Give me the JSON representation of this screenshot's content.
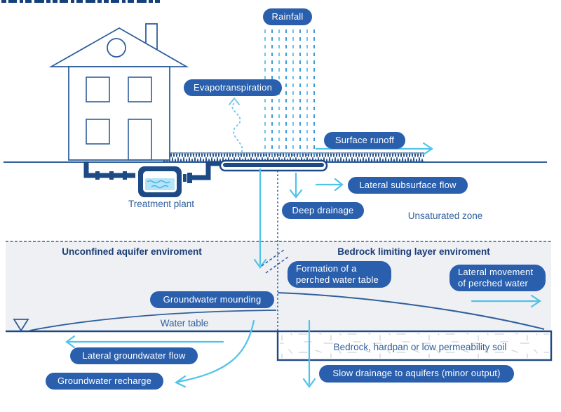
{
  "diagram": {
    "pills": {
      "rainfall": "Rainfall",
      "evapotranspiration": "Evapotranspiration",
      "surface_runoff": "Surface runoff",
      "lateral_subsurface_flow": "Lateral subsurface flow",
      "deep_drainage": "Deep drainage",
      "formation_perched_water_table": "Formation of a perched water table",
      "lateral_movement_perched_water": "Lateral movement of perched water",
      "groundwater_mounding": "Groundwater mounding",
      "lateral_groundwater_flow": "Lateral groundwater flow",
      "groundwater_recharge": "Groundwater recharge",
      "slow_drainage": "Slow drainage to aquifers (minor output)"
    },
    "texts": {
      "treatment_plant": "Treatment plant",
      "unsaturated_zone": "Unsaturated zone",
      "unconfined_heading": "Unconfined aquifer enviroment",
      "bedrock_heading": "Bedrock limiting layer enviroment",
      "water_table": "Water table",
      "bedrock_soil": "Bedrock, hardpan or low permeability soil"
    },
    "colors": {
      "pill_bg": "#2a5fad",
      "pill_text": "#ffffff",
      "line_navy": "#2f5f9c",
      "dark_navy": "#1d4a85",
      "heading_text": "#1b3d74",
      "cyan_arrow": "#4fc3ea",
      "rain_light": "#6cc4ed",
      "rain_dark": "#3e9bd8",
      "zone_fill": "#eef0f4",
      "tank_water": "#b5e3f7"
    }
  }
}
